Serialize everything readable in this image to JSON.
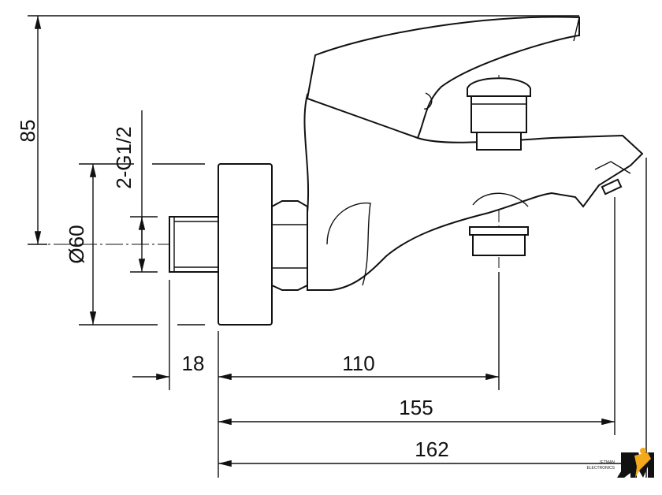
{
  "dimensions": {
    "height_total": "85",
    "thread": "2-G1/2",
    "flange_diameter": "Ø60",
    "pipe_length": "18",
    "to_outlet_axis": "110",
    "to_spout_tip": "155",
    "overall_length": "162"
  },
  "logo": {
    "line1": "JETMAN",
    "line2": "ELECTRONICS"
  }
}
